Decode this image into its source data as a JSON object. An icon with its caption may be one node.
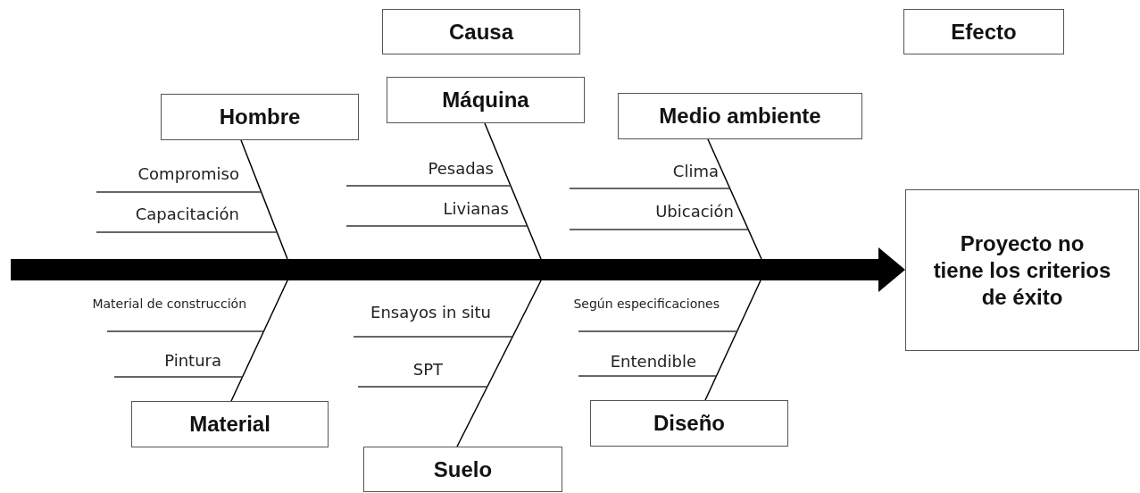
{
  "diagram": {
    "nodes": [
      {
        "text": [
          "Causa"
        ]
      },
      {
        "text": [
          "Efecto"
        ]
      },
      {
        "text": [
          "Hombre"
        ]
      },
      {
        "text": [
          "Máquina"
        ]
      },
      {
        "text": [
          "Medio ambiente"
        ]
      },
      {
        "text": [
          "Proyecto no tiene los criterios de éxito"
        ]
      },
      {
        "text": [
          "Material"
        ]
      },
      {
        "text": [
          "Suelo"
        ]
      },
      {
        "text": [
          "Diseño"
        ]
      }
    ],
    "edges": [
      {
        "from": null,
        "to": 5,
        "arrow": "to",
        "style": "thick"
      },
      {
        "from": 2,
        "to": null,
        "arrow": "none"
      },
      {
        "from": 3,
        "to": null,
        "arrow": "none"
      },
      {
        "from": 4,
        "to": null,
        "arrow": "none"
      },
      {
        "from": 6,
        "to": null,
        "arrow": "none"
      },
      {
        "from": 7,
        "to": null,
        "arrow": "none"
      },
      {
        "from": 8,
        "to": null,
        "arrow": "none"
      }
    ],
    "labels": [
      "Compromiso",
      "Capacitación",
      "Pesadas",
      "Livianas",
      "Clima",
      "Ubicación",
      "Material de construcción",
      "Pintura",
      "Ensayos in situ",
      "SPT",
      "Según especificaciones",
      "Entendible"
    ]
  }
}
